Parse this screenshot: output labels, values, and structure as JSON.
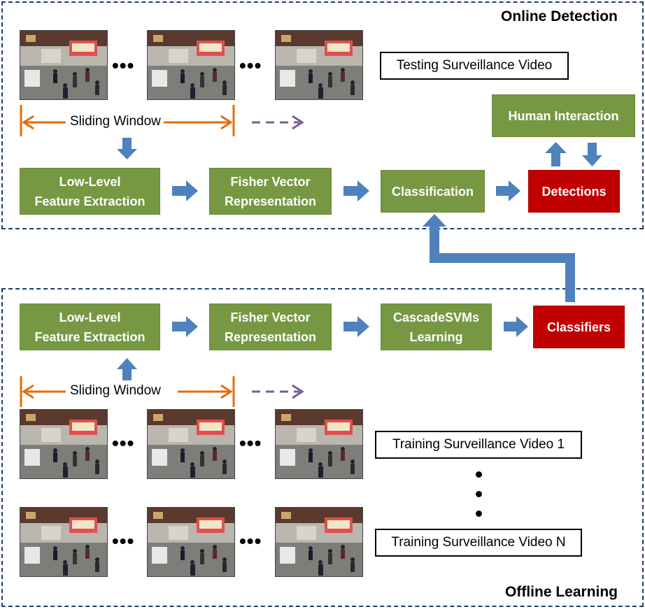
{
  "panels": {
    "online": {
      "title": "Online Detection"
    },
    "offline": {
      "title": "Offline Learning"
    }
  },
  "online": {
    "video_label": "Testing Surveillance Video",
    "sliding_window": "Sliding Window",
    "feature_box": "Low-Level\nFeature Extraction",
    "fisher_box": "Fisher Vector\nRepresentation",
    "classification_box": "Classification",
    "detections_box": "Detections",
    "human_box": "Human Interaction",
    "ellipsis": "•••"
  },
  "offline": {
    "feature_box": "Low-Level\nFeature Extraction",
    "fisher_box": "Fisher Vector\nRepresentation",
    "cascade_box": "CascadeSVMs\nLearning",
    "classifiers_box": "Classifiers",
    "sliding_window": "Sliding Window",
    "video1_label": "Training Surveillance Video 1",
    "videoN_label": "Training Surveillance Video N",
    "ellipsis": "•••"
  },
  "colors": {
    "green": "#779843",
    "red": "#c00000",
    "arrow_blue": "#4f81bd",
    "orange": "#e46c0a",
    "purple": "#7b5c8e",
    "panel_border": "#1f3f66"
  },
  "icons": [
    "video-frame-thumbnail",
    "block-arrow",
    "double-headed-arrow",
    "dashed-arrow"
  ]
}
